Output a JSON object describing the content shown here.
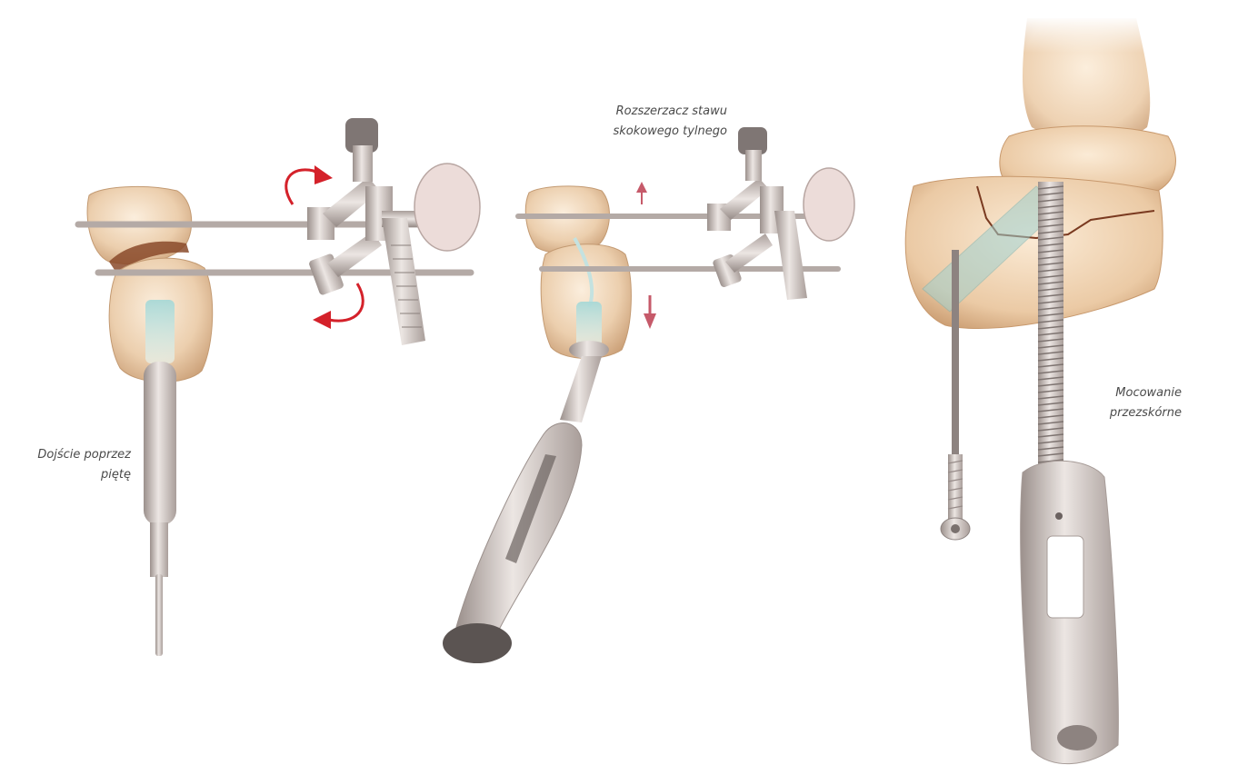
{
  "captions": {
    "heel_approach": {
      "line1": "Dojście poprzez",
      "line2": "piętę"
    },
    "distractor": {
      "line1": "Rozszerzacz stawu",
      "line2": "skokowego tylnego"
    },
    "percutaneous": {
      "line1": "Mocowanie",
      "line2": "przezskórne"
    }
  },
  "colors": {
    "bone_light": "#f3dcc0",
    "bone_dark": "#d9b58f",
    "metal_light": "#e4dcd8",
    "metal_dark": "#a79c98",
    "cartilage": "#8a4a2a",
    "arrow_red": "#d4212a",
    "arrow_pink": "#c65a6a",
    "implant_glow": "#9fd0cf"
  }
}
